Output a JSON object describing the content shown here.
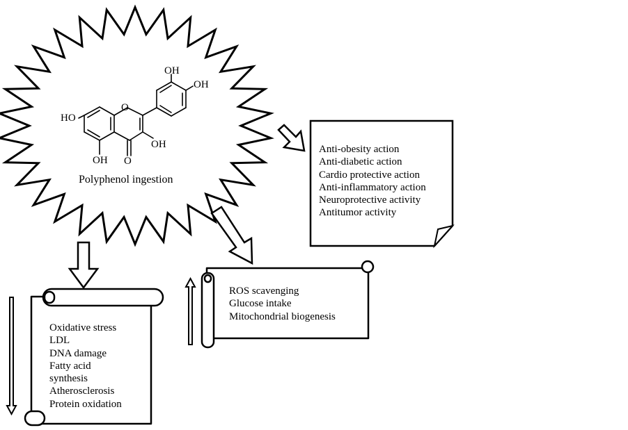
{
  "structure": {
    "atom_labels": {
      "oh_top": "OH",
      "oh_right": "OH",
      "ho_left": "HO",
      "oh_ring": "OH",
      "oh_bottom": "OH",
      "ketone_o": "O"
    },
    "caption": "Polyphenol ingestion"
  },
  "boxes": {
    "beneficial_actions": [
      "Anti-obesity action",
      "Anti-diabetic action",
      "Cardio protective action",
      "Anti-inflammatory action",
      "Neuroprotective activity",
      "Antitumor activity"
    ],
    "increased_effects": [
      "ROS scavenging",
      "Glucose intake",
      "Mitochondrial biogenesis"
    ],
    "decreased_effects": [
      "Oxidative stress",
      "LDL",
      "DNA damage",
      "Fatty acid",
      "synthesis",
      "Atherosclerosis",
      "Protein oxidation"
    ]
  },
  "indicators": {
    "increase": "up-arrow-icon",
    "decrease": "down-arrow-icon"
  }
}
